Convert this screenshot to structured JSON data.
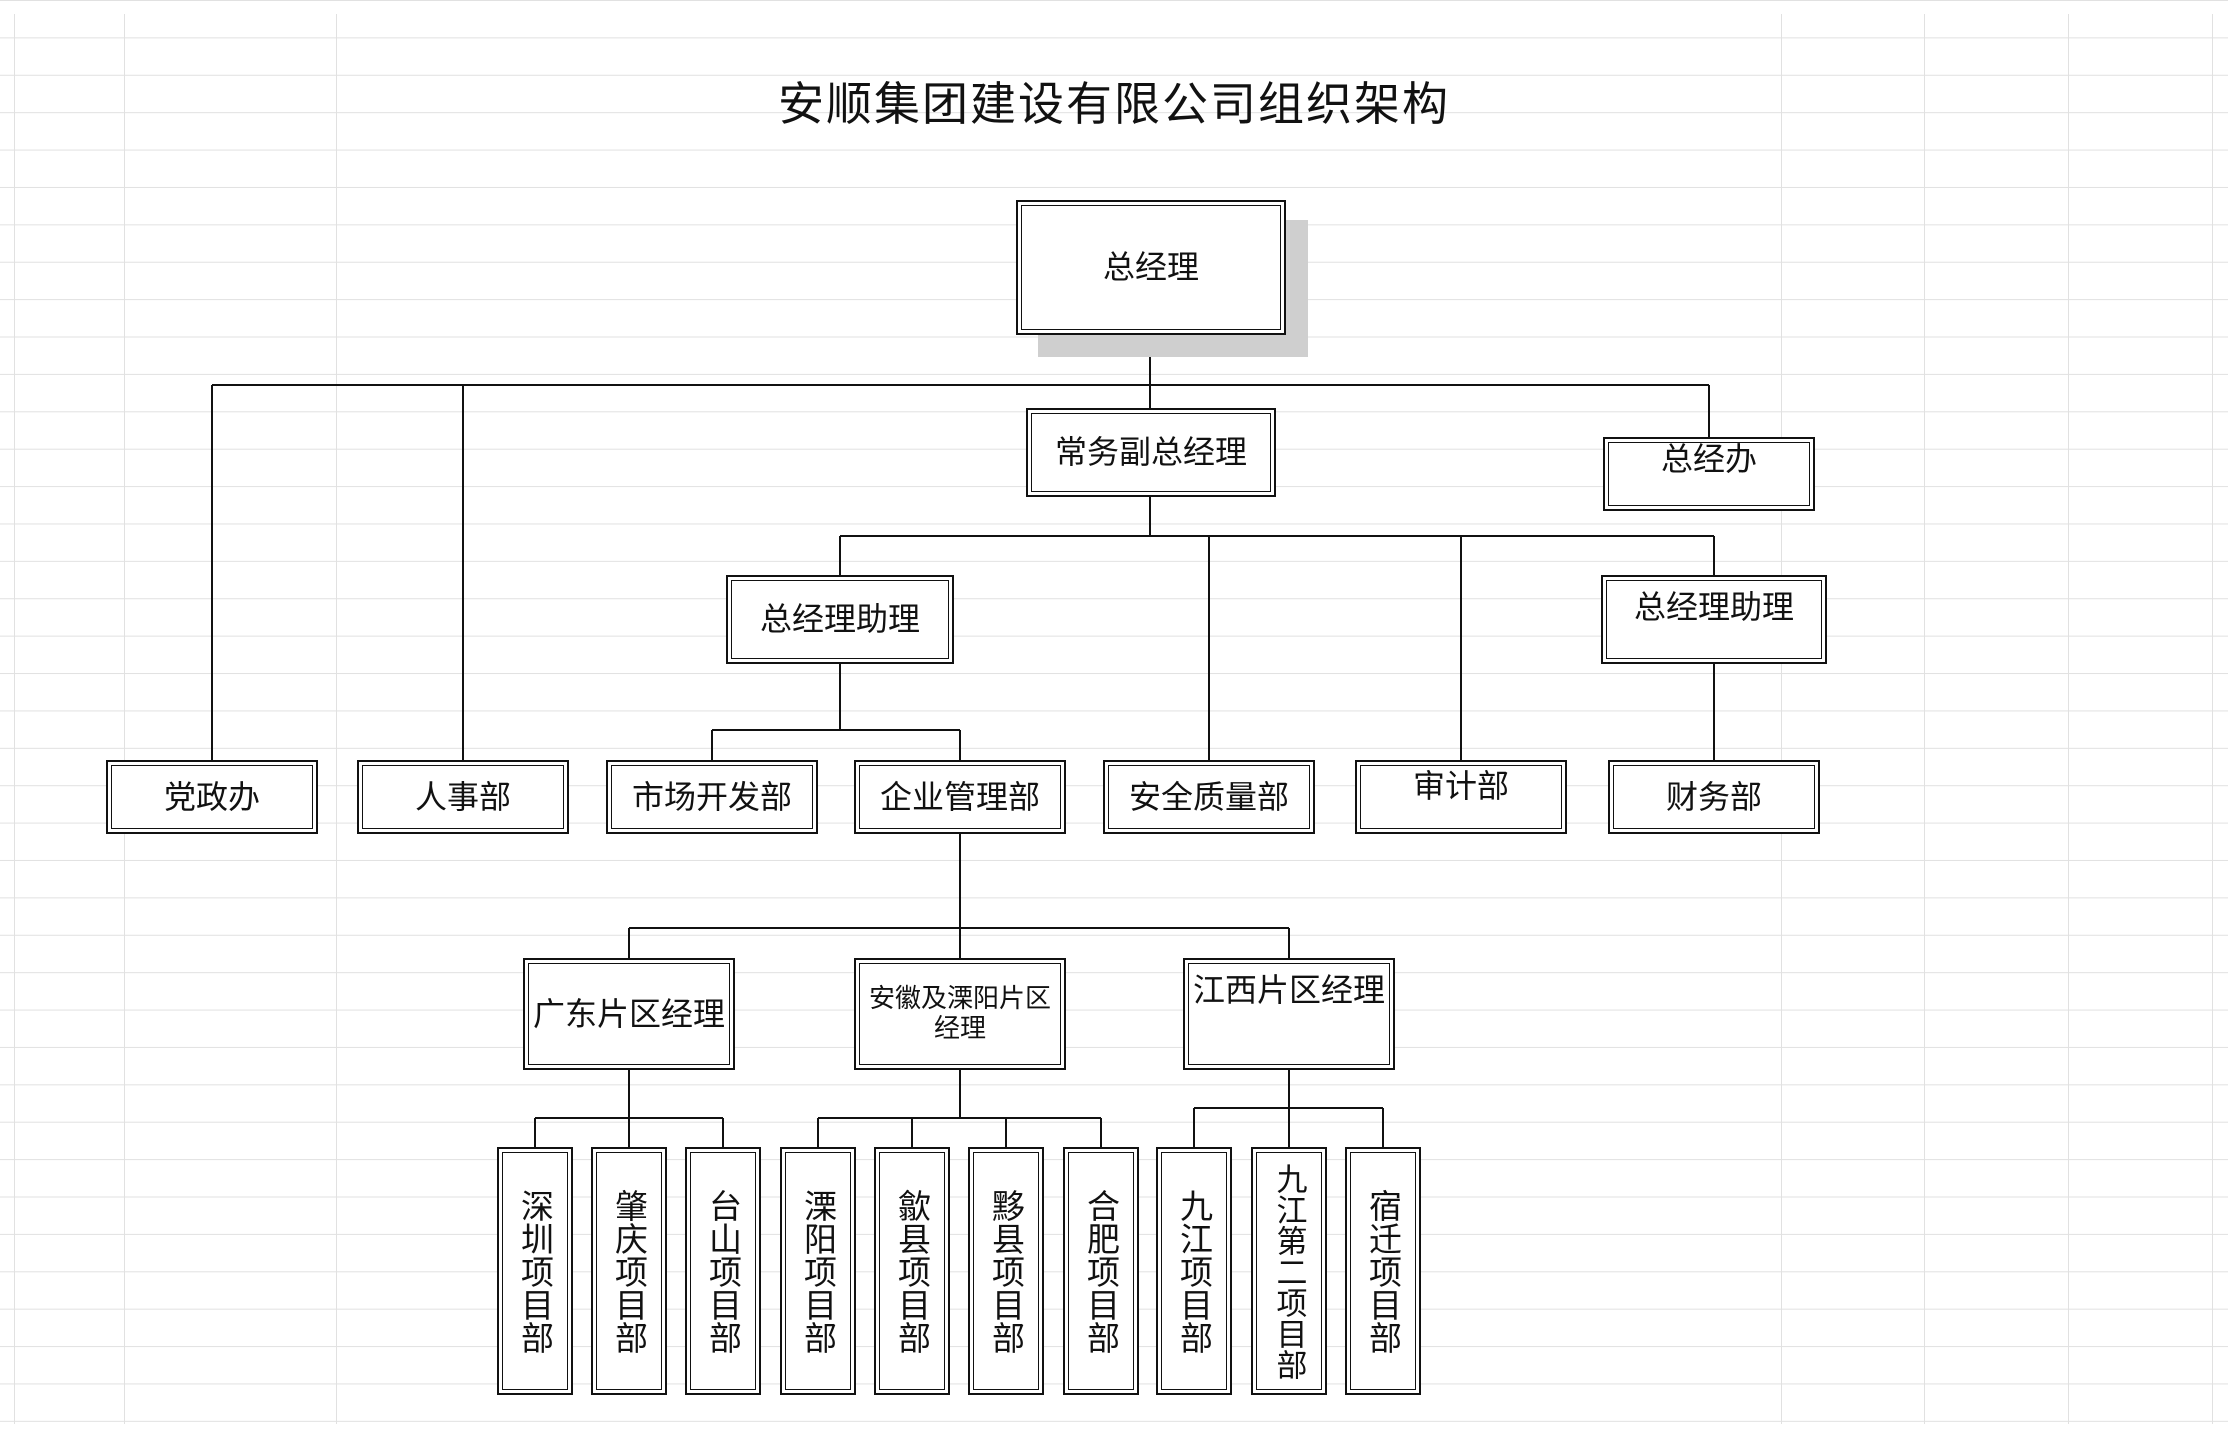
{
  "title": "安顺集团建设有限公司组织架构",
  "nodes": {
    "gm": "总经理",
    "vice_gm": "常务副总经理",
    "gm_office": "总经办",
    "gm_assistant_left": "总经理助理",
    "gm_assistant_right": "总经理助理",
    "party_office": "党政办",
    "hr": "人事部",
    "market": "市场开发部",
    "enterprise_mgmt": "企业管理部",
    "safety_quality": "安全质量部",
    "audit": "审计部",
    "finance": "财务部",
    "guangdong_mgr": "广东片区经理",
    "anhui_mgr": "安徽及溧阳片区经理",
    "jiangxi_mgr": "江西片区经理",
    "proj_shenzhen": "深圳项目部",
    "proj_zhaoqing": "肇庆项目部",
    "proj_taishan": "台山项目部",
    "proj_liyang": "溧阳项目部",
    "proj_shexian": "歙县项目部",
    "proj_yixian": "黟县项目部",
    "proj_hefei": "合肥项目部",
    "proj_jiujiang": "九江项目部",
    "proj_jiujiang2": "九江第二项目部",
    "proj_suqian": "宿迁项目部"
  },
  "colors": {
    "line": "#111111",
    "grid": "#e1e1e1",
    "shadow": "#cfcfcf"
  }
}
